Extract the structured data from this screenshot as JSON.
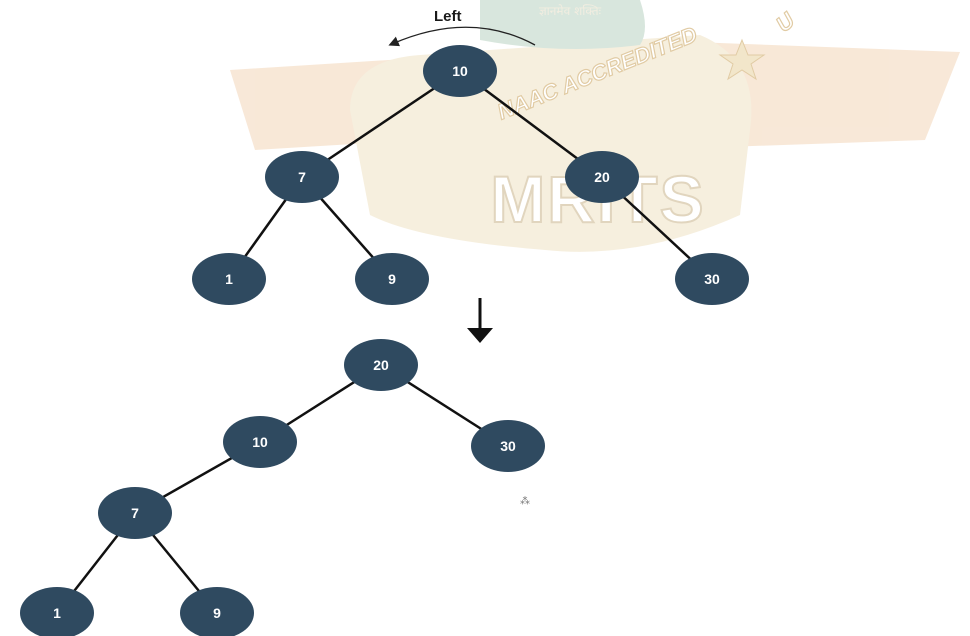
{
  "rotation_label": "Left",
  "watermark": {
    "name": "MRITS",
    "accreditation": "NAAC ACCREDITED",
    "motto": "ज्ञानमेव शक्तिः",
    "corner_letter": "U",
    "colors": {
      "ribbon": "#f3d6b8",
      "seal": "#e8d9b2",
      "seal_green": "#b9d3c3"
    }
  },
  "node_color": "#2f4a60",
  "edge_color": "#111111",
  "before_tree": {
    "nodes": [
      "10",
      "7",
      "20",
      "1",
      "9",
      "30"
    ],
    "edges": [
      [
        "10",
        "7"
      ],
      [
        "10",
        "20"
      ],
      [
        "7",
        "1"
      ],
      [
        "7",
        "9"
      ],
      [
        "20",
        "30"
      ]
    ]
  },
  "after_tree": {
    "nodes": [
      "20",
      "10",
      "30",
      "7",
      "1",
      "9"
    ],
    "edges": [
      [
        "20",
        "10"
      ],
      [
        "20",
        "30"
      ],
      [
        "10",
        "7"
      ],
      [
        "7",
        "1"
      ],
      [
        "7",
        "9"
      ]
    ]
  }
}
